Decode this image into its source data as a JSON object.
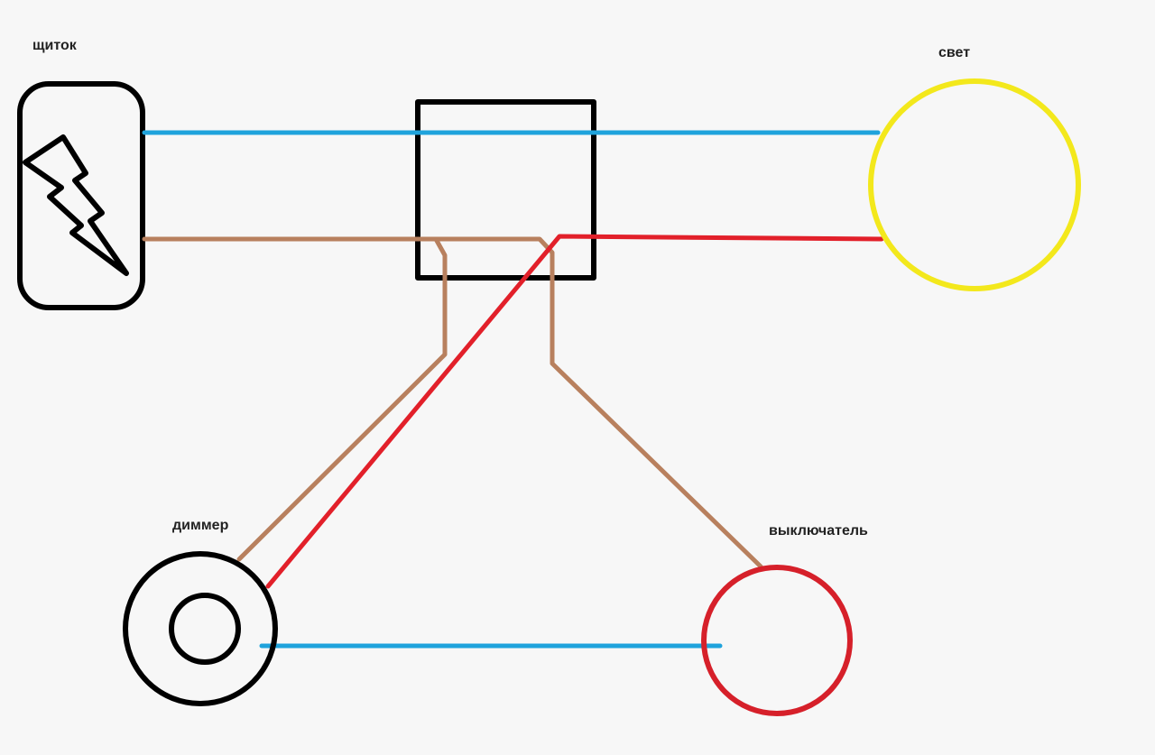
{
  "labels": {
    "panel": "щиток",
    "light": "свет",
    "dimmer": "диммер",
    "switch": "выключатель"
  },
  "colors": {
    "neutral": "#1fa3dc",
    "phase": "#b8805e",
    "switched_phase": "#e2202a",
    "light": "#f3e81c",
    "switch": "#d6202a",
    "outline": "#000000"
  }
}
